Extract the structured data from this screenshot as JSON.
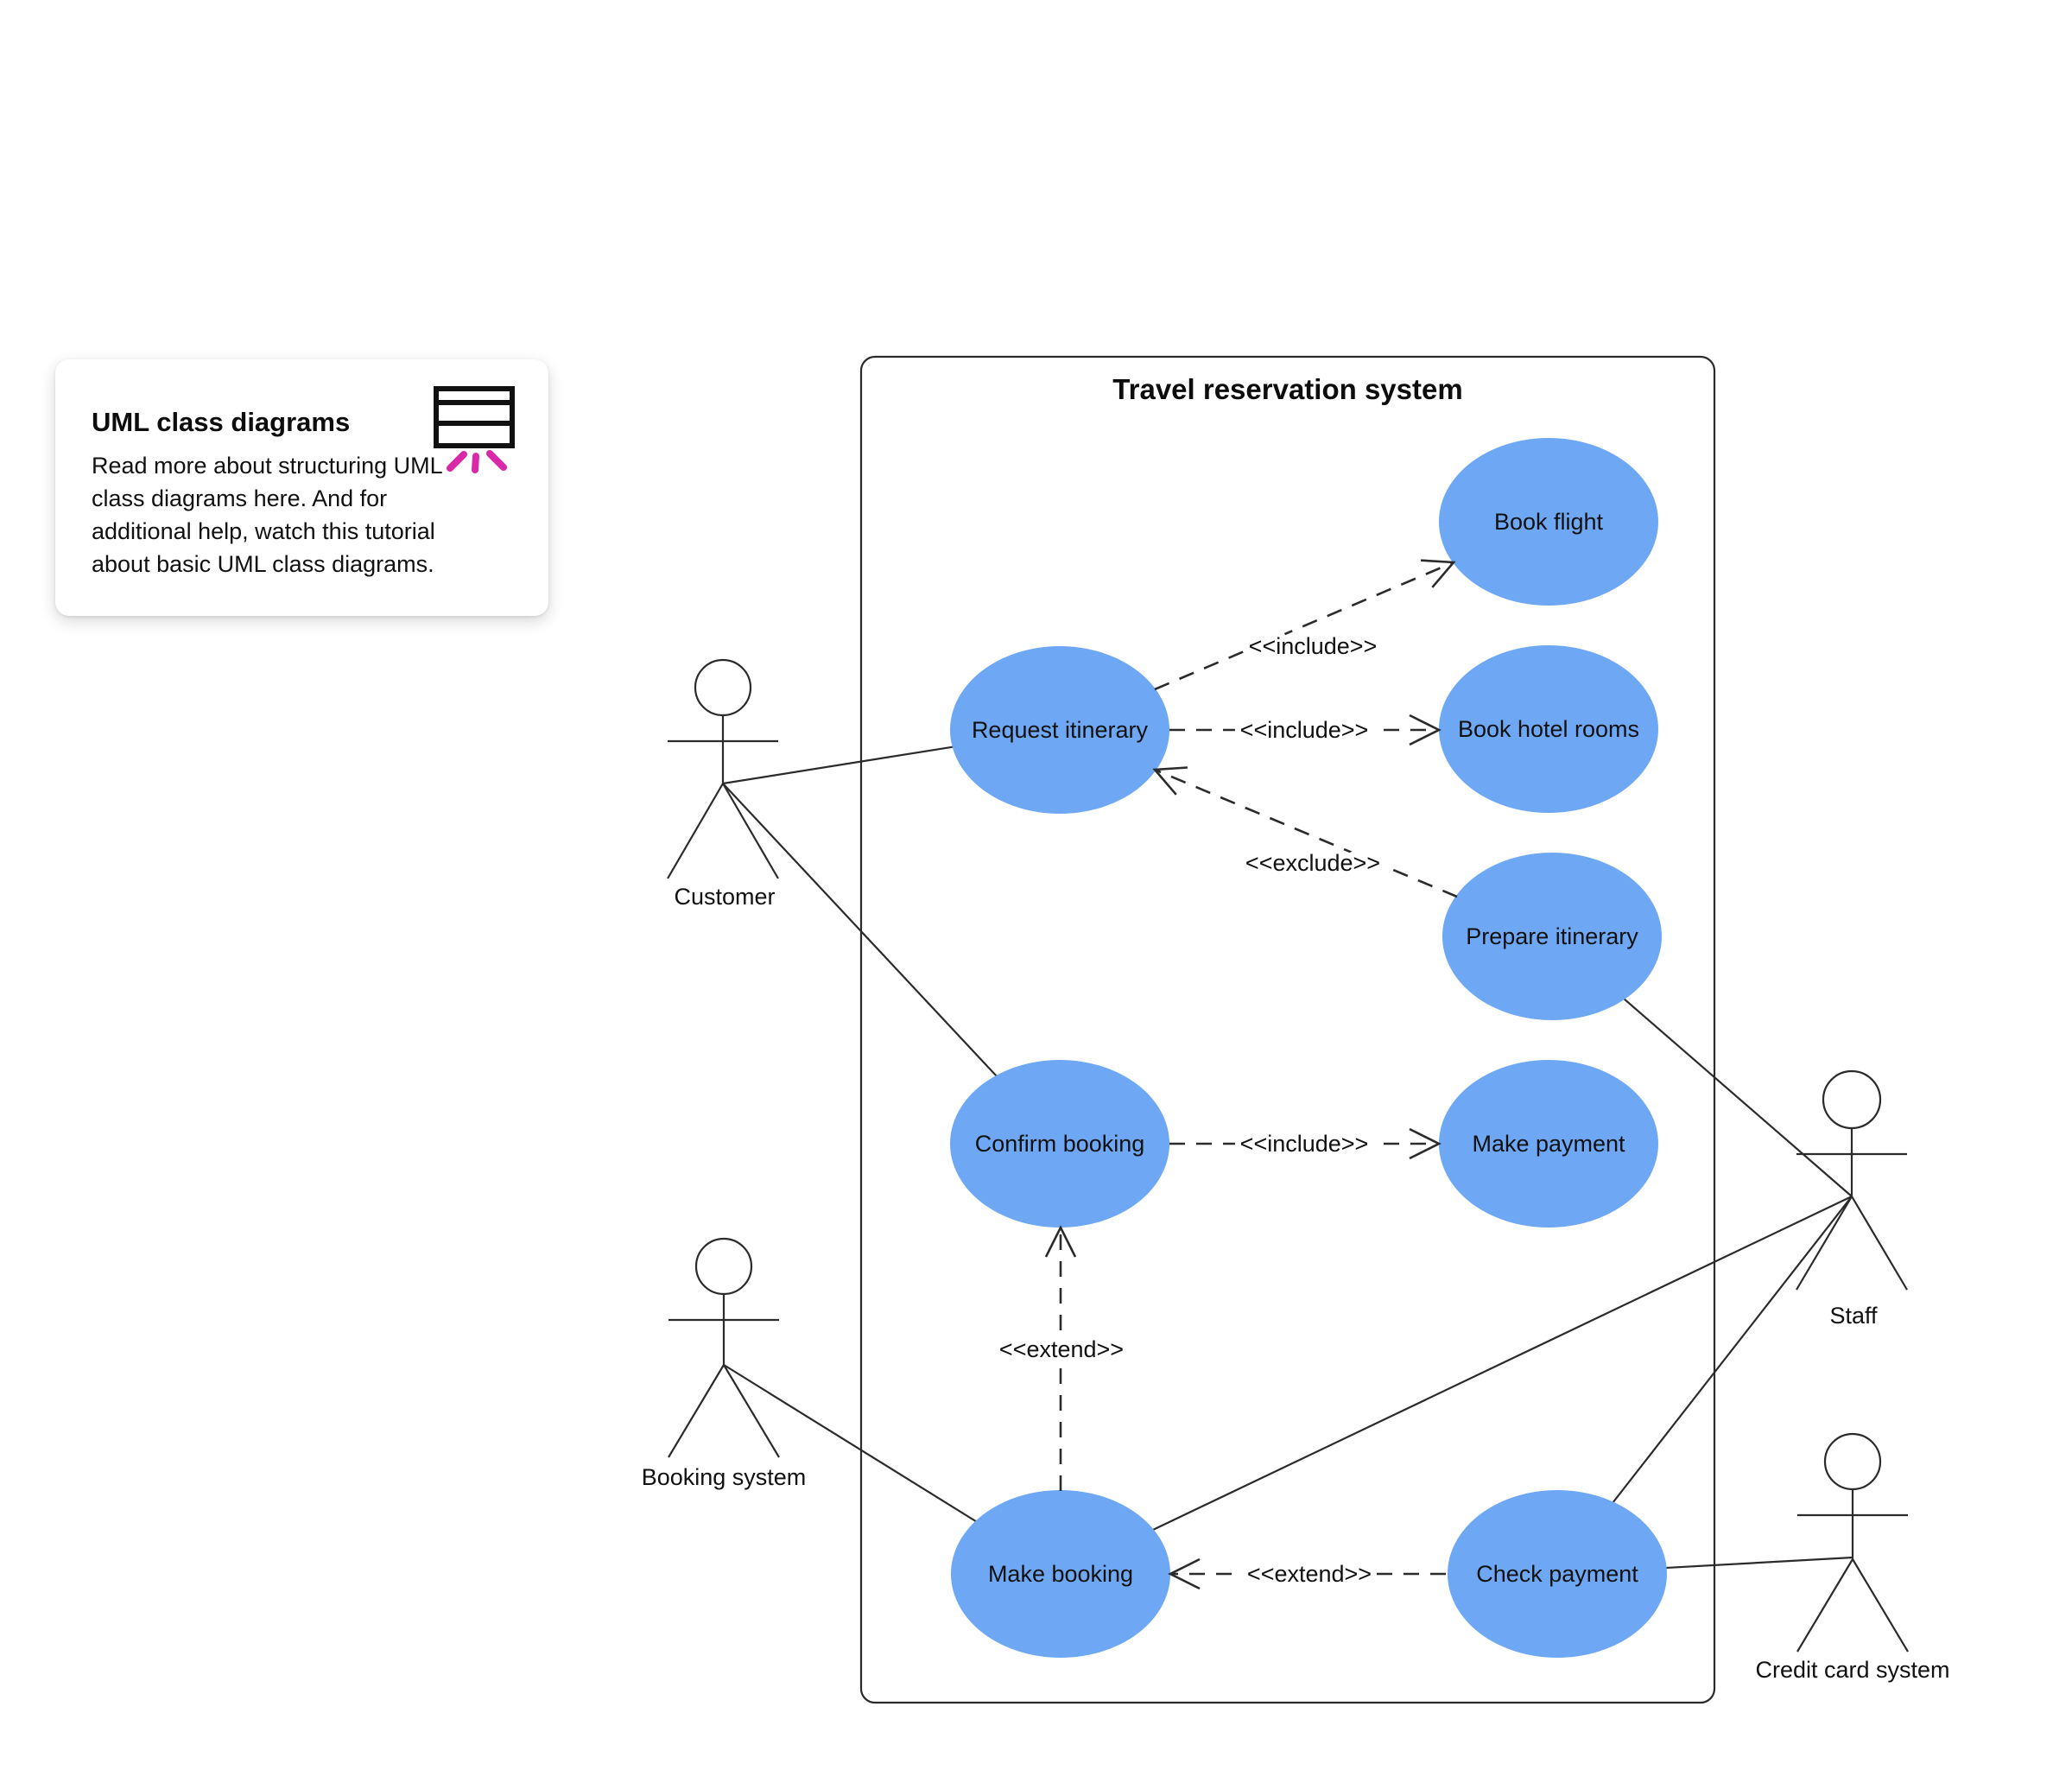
{
  "note_card": {
    "title": "UML class diagrams",
    "body": "Read more about structuring UML class diagrams here. And for additional help, watch this tutorial about basic UML class diagrams.",
    "accent_color": "#D928A8",
    "icon": "uml-class-box-icon"
  },
  "diagram": {
    "title": "Travel reservation system",
    "colors": {
      "use_case_fill": "#6EA8F5",
      "line": "#2B2B2B"
    },
    "use_cases": [
      {
        "id": "book-flight",
        "label": "Book flight"
      },
      {
        "id": "book-hotel-rooms",
        "label": "Book hotel rooms"
      },
      {
        "id": "prepare-itinerary",
        "label": "Prepare itinerary"
      },
      {
        "id": "make-payment",
        "label": "Make payment"
      },
      {
        "id": "request-itinerary",
        "label": "Request itinerary"
      },
      {
        "id": "confirm-booking",
        "label": "Confirm booking"
      },
      {
        "id": "make-booking",
        "label": "Make booking"
      },
      {
        "id": "check-payment",
        "label": "Check payment"
      }
    ],
    "actors": [
      {
        "id": "customer",
        "label": "Customer"
      },
      {
        "id": "booking-system",
        "label": "Booking system"
      },
      {
        "id": "staff",
        "label": "Staff"
      },
      {
        "id": "credit-card-system",
        "label": "Credit card system"
      }
    ],
    "relationships": [
      {
        "from": "request-itinerary",
        "to": "book-flight",
        "label": "<<include>>"
      },
      {
        "from": "request-itinerary",
        "to": "book-hotel-rooms",
        "label": "<<include>>"
      },
      {
        "from": "prepare-itinerary",
        "to": "request-itinerary",
        "label": "<<exclude>>"
      },
      {
        "from": "confirm-booking",
        "to": "make-payment",
        "label": "<<include>>"
      },
      {
        "from": "make-booking",
        "to": "confirm-booking",
        "label": "<<extend>>"
      },
      {
        "from": "check-payment",
        "to": "make-booking",
        "label": "<<extend>>"
      }
    ],
    "associations": [
      {
        "from": "customer",
        "to": "request-itinerary"
      },
      {
        "from": "customer",
        "to": "confirm-booking"
      },
      {
        "from": "booking-system",
        "to": "make-booking"
      },
      {
        "from": "staff",
        "to": "prepare-itinerary"
      },
      {
        "from": "staff",
        "to": "make-booking"
      },
      {
        "from": "staff",
        "to": "check-payment"
      },
      {
        "from": "credit-card-system",
        "to": "check-payment"
      }
    ]
  }
}
